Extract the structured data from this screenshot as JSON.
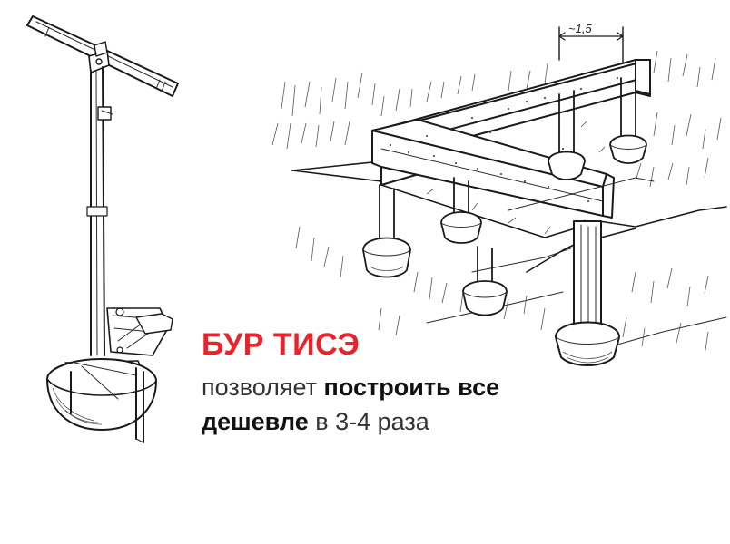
{
  "headline": "БУР ТИСЭ",
  "tagline": {
    "part1": "позволяет ",
    "part2": "построить все",
    "part3": "дешевле",
    "part4": " в 3-4 раза"
  },
  "dimension_label": "~1,5",
  "colors": {
    "headline": "#e8232b",
    "text": "#333333",
    "ink": "#1a1a1a"
  }
}
